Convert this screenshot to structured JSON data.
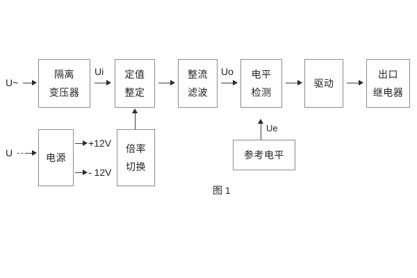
{
  "figure": {
    "caption": "图 1",
    "background_color": "#ffffff",
    "line_color": "#8a8a8a",
    "arrow_color": "#2b2b2b",
    "text_color": "#231f20"
  },
  "inputs": [
    {
      "id": "ac-input",
      "label": "U~",
      "type": "ac",
      "target": "isolation-transformer"
    },
    {
      "id": "dc-input",
      "label": "U",
      "type": "dc",
      "target": "power-supply"
    }
  ],
  "blocks": [
    {
      "id": "isolation-transformer",
      "lines": [
        "隔离",
        "变压器"
      ]
    },
    {
      "id": "setpoint-adjust",
      "lines": [
        "定值",
        "整定"
      ]
    },
    {
      "id": "rectify-filter",
      "lines": [
        "整流",
        "滤波"
      ]
    },
    {
      "id": "level-detect",
      "lines": [
        "电平",
        "检测"
      ]
    },
    {
      "id": "driver",
      "lines": [
        "驱动"
      ]
    },
    {
      "id": "output-relay",
      "lines": [
        "出口",
        "继电器"
      ]
    },
    {
      "id": "power-supply",
      "lines": [
        "电源"
      ]
    },
    {
      "id": "multiplier-switch",
      "lines": [
        "倍率",
        "切换"
      ]
    },
    {
      "id": "reference-level",
      "lines": [
        "参考电平"
      ]
    }
  ],
  "signals": [
    {
      "id": "ui",
      "label": "Ui",
      "from": "isolation-transformer",
      "to": "setpoint-adjust"
    },
    {
      "id": "uo",
      "label": "Uo",
      "from": "rectify-filter",
      "to": "level-detect"
    },
    {
      "id": "ue",
      "label": "Ue",
      "from": "reference-level",
      "to": "level-detect"
    }
  ],
  "supply_rails": [
    {
      "id": "rail-pos",
      "label": "+12V"
    },
    {
      "id": "rail-neg",
      "label": "- 12V"
    }
  ]
}
